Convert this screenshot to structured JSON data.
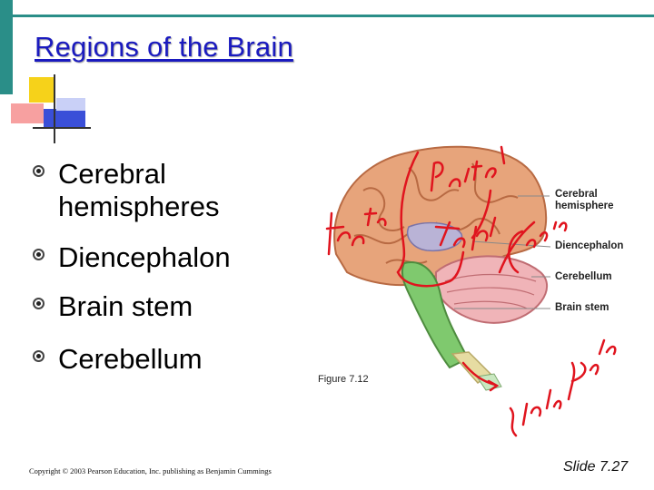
{
  "slide": {
    "title": "Regions of the Brain",
    "bullets": [
      {
        "label": "Cerebral hemispheres"
      },
      {
        "label": "Diencephalon"
      },
      {
        "label": "Brain stem"
      },
      {
        "label": "Cerebellum"
      }
    ],
    "figure": {
      "labels": {
        "cerebral": "Cerebral",
        "hemisphere": "hemisphere",
        "diencephalon": "Diencephalon",
        "cerebellum": "Cerebellum",
        "brain_stem": "Brain stem"
      },
      "caption": "Figure 7.12",
      "handwriting": [
        "Frontal",
        "Parietal",
        "Temporal",
        "Occipital",
        "spinal cord"
      ]
    },
    "copyright": "Copyright © 2003 Pearson Education, Inc. publishing as Benjamin Cummings",
    "slide_number": "Slide 7.27",
    "colors": {
      "title": "#1a1abf",
      "accent_teal": "#2a8e88",
      "deco_yellow": "#f6d21a",
      "deco_red": "#f05a5a",
      "deco_blue": "#3a4fd8",
      "handwriting_red": "#e0141e"
    }
  }
}
